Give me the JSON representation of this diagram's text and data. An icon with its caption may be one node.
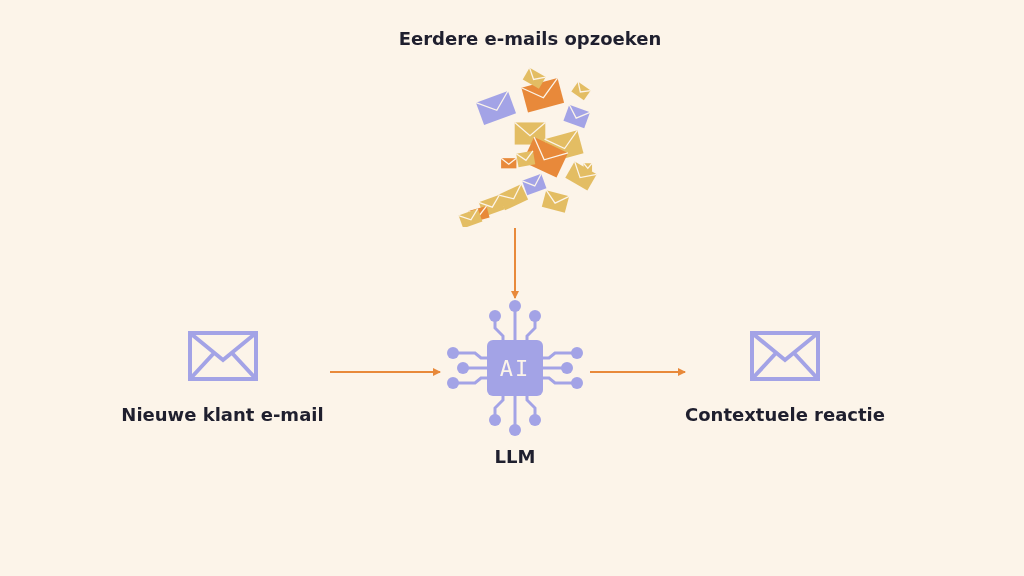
{
  "diagram": {
    "nodes": [
      {
        "text": [
          "Eerdere e-mails opzoeken"
        ]
      },
      {
        "text": [
          "Nieuwe klant e-mail"
        ]
      },
      {
        "text": [
          "AI",
          "LLM"
        ]
      },
      {
        "text": [
          "Contextuele reactie"
        ]
      }
    ],
    "edges": [
      {
        "from": 0,
        "to": 2,
        "arrow": "to"
      },
      {
        "from": 1,
        "to": 2,
        "arrow": "to"
      },
      {
        "from": 2,
        "to": 3,
        "arrow": "to"
      }
    ]
  }
}
